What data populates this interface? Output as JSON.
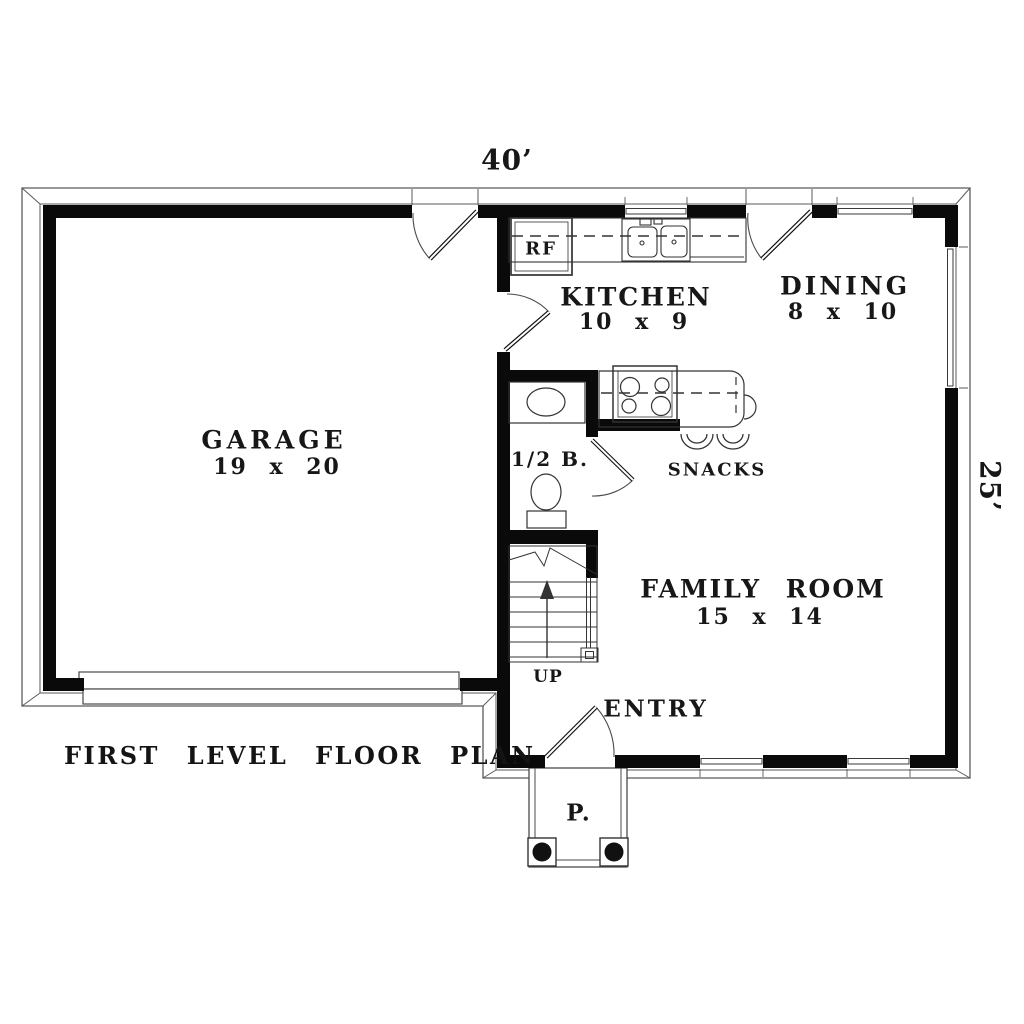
{
  "plan": {
    "title": "FIRST LEVEL FLOOR PLAN",
    "overall_width": "40’",
    "overall_depth": "25’",
    "rooms": {
      "garage": {
        "name": "GARAGE",
        "size": "19 x 20"
      },
      "kitchen": {
        "name": "KITCHEN",
        "size": "10 x 9"
      },
      "dining": {
        "name": "DINING",
        "size": "8 x 10"
      },
      "family_room": {
        "name": "FAMILY ROOM",
        "size": "15 x 14"
      },
      "half_bath": {
        "name": "1/2 B."
      },
      "entry": {
        "name": "ENTRY"
      },
      "porch": {
        "name": "P."
      }
    },
    "features": {
      "refrigerator": "RF",
      "snack_bar": "SNACKS",
      "stairs_direction": "UP"
    },
    "colors": {
      "ink": "#141414",
      "wall_fill": "#0a0a0a",
      "background": "#ffffff"
    }
  }
}
